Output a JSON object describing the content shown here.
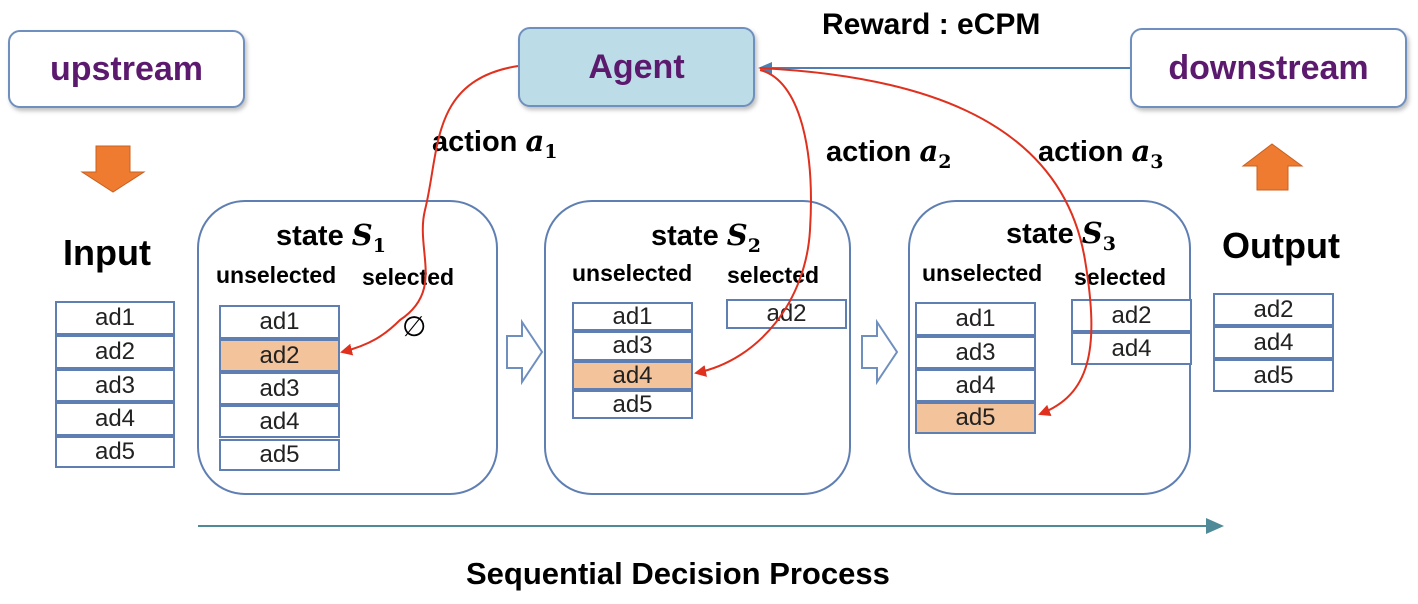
{
  "upstream": "upstream",
  "agent": "Agent",
  "downstream": "downstream",
  "reward": "Reward : eCPM",
  "input_title": "Input",
  "output_title": "Output",
  "input_list": [
    "ad1",
    "ad2",
    "ad3",
    "ad4",
    "ad5"
  ],
  "output_list": [
    "ad2",
    "ad4",
    "ad5"
  ],
  "actions": [
    {
      "label": "action",
      "symbol": "a",
      "sub": "1"
    },
    {
      "label": "action",
      "symbol": "a",
      "sub": "2"
    },
    {
      "label": "action",
      "symbol": "a",
      "sub": "3"
    }
  ],
  "states": [
    {
      "label": "state",
      "symbol": "S",
      "sub": "1",
      "unselected_label": "unselected",
      "selected_label": "selected",
      "unselected": [
        "ad1",
        "ad2",
        "ad3",
        "ad4",
        "ad5"
      ],
      "selected": [],
      "empty_symbol": "∅"
    },
    {
      "label": "state",
      "symbol": "S",
      "sub": "2",
      "unselected_label": "unselected",
      "selected_label": "selected",
      "unselected": [
        "ad1",
        "ad3",
        "ad4",
        "ad5"
      ],
      "selected": [
        "ad2"
      ]
    },
    {
      "label": "state",
      "symbol": "S",
      "sub": "3",
      "unselected_label": "unselected",
      "selected_label": "selected",
      "unselected": [
        "ad1",
        "ad3",
        "ad4",
        "ad5"
      ],
      "selected": [
        "ad2",
        "ad4"
      ]
    }
  ],
  "footer": "Sequential Decision Process",
  "colors": {
    "purple_text": "#5c1a6e",
    "agent_fill": "#bcdde8",
    "highlight": "#f3c39b",
    "arrow_red": "#e0301e",
    "orange_arrow": "#ee7b30",
    "border_blue": "#5f7fb3"
  }
}
